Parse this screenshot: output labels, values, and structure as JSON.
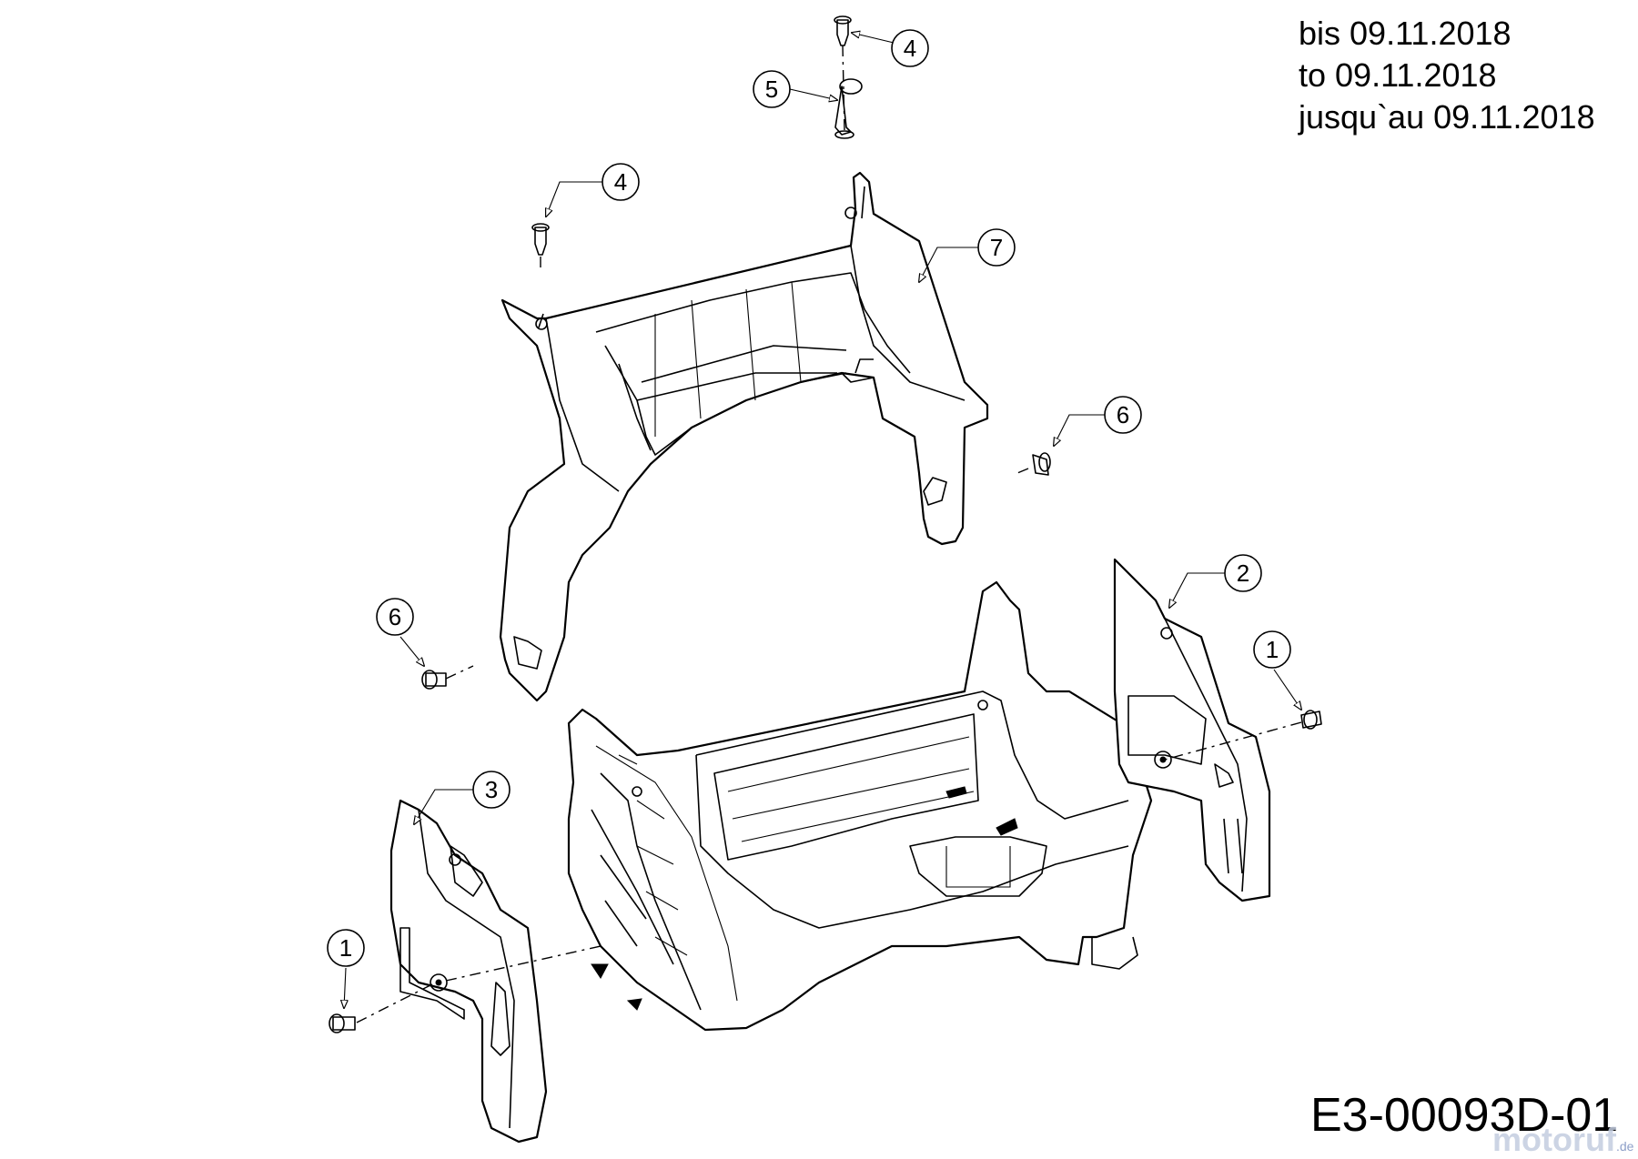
{
  "validity": {
    "line_de": "bis 09.11.2018",
    "line_en": "to 09.11.2018",
    "line_fr": "jusqu`au 09.11.2018"
  },
  "diagram_code": "E3-00093D-01",
  "watermark": {
    "brand": "motoruf",
    "tld": ".de"
  },
  "callouts": [
    {
      "id": "c4a",
      "label": "4"
    },
    {
      "id": "c5",
      "label": "5"
    },
    {
      "id": "c4b",
      "label": "4"
    },
    {
      "id": "c7",
      "label": "7"
    },
    {
      "id": "c6a",
      "label": "6"
    },
    {
      "id": "c6b",
      "label": "6"
    },
    {
      "id": "c2",
      "label": "2"
    },
    {
      "id": "c1a",
      "label": "1"
    },
    {
      "id": "c3",
      "label": "3"
    },
    {
      "id": "c1b",
      "label": "1"
    }
  ]
}
